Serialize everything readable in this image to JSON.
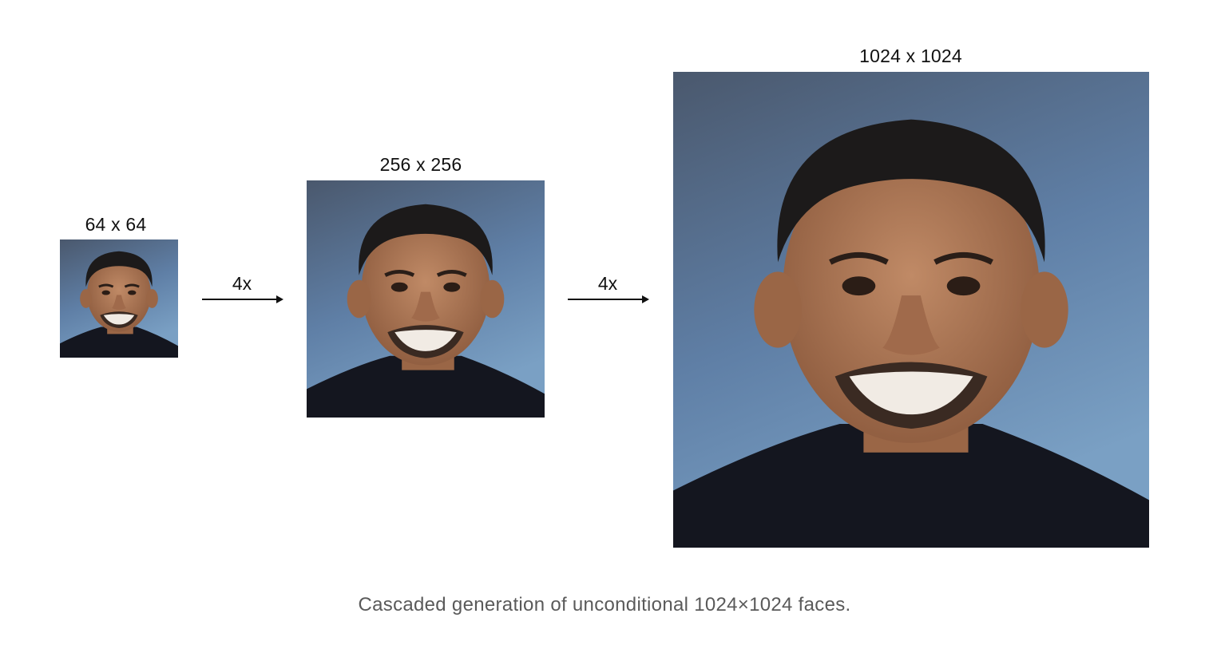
{
  "stages": [
    {
      "size_label": "64 x 64",
      "image": "face-portrait-64"
    },
    {
      "size_label": "256 x 256",
      "image": "face-portrait-256"
    },
    {
      "size_label": "1024 x 1024",
      "image": "face-portrait-1024"
    }
  ],
  "arrows": [
    {
      "label": "4x"
    },
    {
      "label": "4x"
    }
  ],
  "caption": "Cascaded generation of unconditional 1024×1024 faces.",
  "colors": {
    "background_top": "#4b5a70",
    "background_bottom": "#6f97bd",
    "skin": "#b07a58",
    "hair": "#1c1a1a",
    "shirt": "#14161f"
  }
}
